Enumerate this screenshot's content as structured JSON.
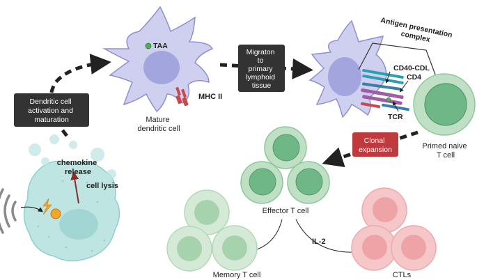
{
  "labels": {
    "taa": "TAA",
    "mhc2": "MHC II",
    "mature_dc_line1": "Mature",
    "mature_dc_line2": "dendritic cell",
    "dc_activation_line1": "Dendritic cell",
    "dc_activation_line2": "activation and",
    "dc_activation_line3": "maturation",
    "migration_line1": "Migraton",
    "migration_line2": "to",
    "migration_line3": "primary",
    "migration_line4": "lymphoid",
    "migration_line5": "tissue",
    "apc_line1": "Antigen presentation",
    "apc_line2": "complex",
    "cd40": "CD40-CDL",
    "cd4": "CD4",
    "tcr": "TCR",
    "primed_line1": "Primed naive",
    "primed_line2": "T cell",
    "clonal_line1": "Clonal",
    "clonal_line2": "expansion",
    "chemokine_line1": "chemokine",
    "chemokine_line2": "release",
    "cell_lysis": "cell lysis",
    "effector": "Effector T cell",
    "il2": "IL-2",
    "memory": "Memory T cell",
    "ctls": "CTLs"
  },
  "colors": {
    "dc_fill": "#cfd0ef",
    "dc_stroke": "#8f8fcf",
    "dc_nucleus": "#a3a5de",
    "tumor_fill": "#bfe5e3",
    "tumor_nucleus": "#9fd4d1",
    "tcell_outer": "#bfe0c5",
    "tcell_nucleus": "#6fb786",
    "memory_outer": "#d4ead6",
    "memory_nucleus": "#a6d2ad",
    "ctl_outer": "#f5c7c9",
    "ctl_nucleus": "#eea3a6",
    "box_dark": "#333333",
    "box_red": "#c0393d",
    "mhc_red": "#c9484c",
    "arrow_dark": "#222222",
    "arrow_red": "#8b2a2a"
  }
}
